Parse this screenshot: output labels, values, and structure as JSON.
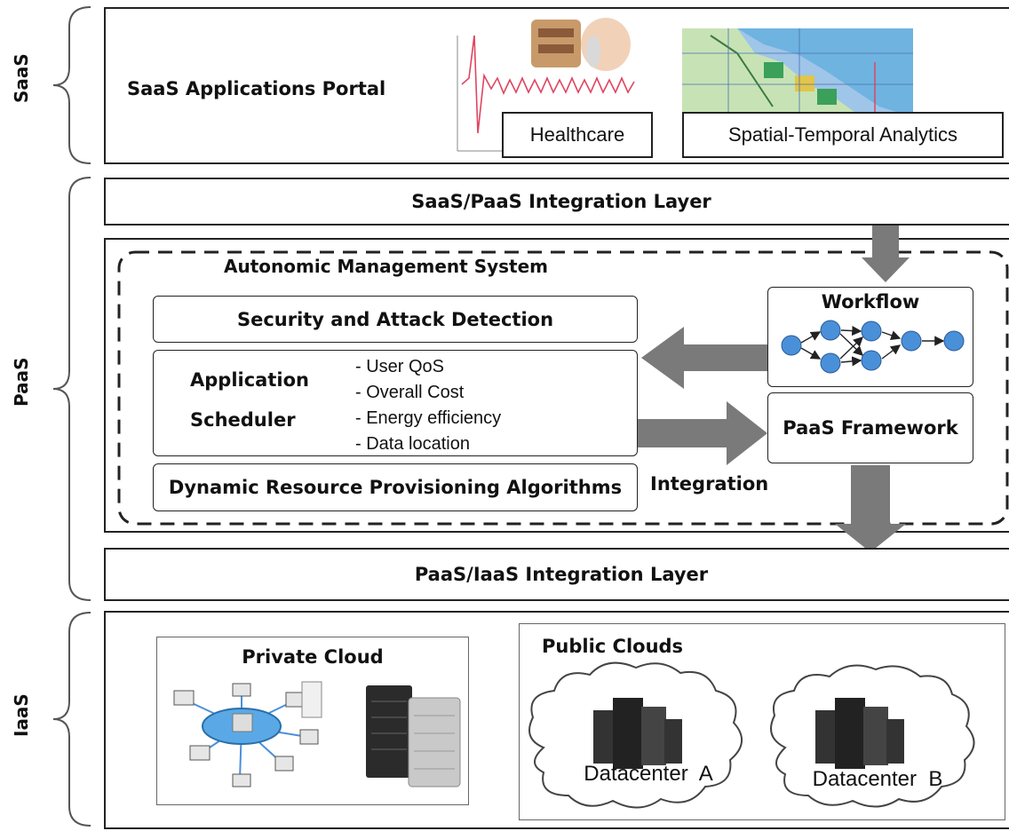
{
  "tiers": {
    "saas": "SaaS",
    "paas": "PaaS",
    "iaas": "IaaS"
  },
  "saas_layer": {
    "portal_title": "SaaS Applications Portal",
    "healthcare_label": "Healthcare",
    "analytics_label": "Spatial-Temporal Analytics"
  },
  "saas_paas_layer": "SaaS/PaaS Integration Layer",
  "ams": {
    "title": "Autonomic Management System",
    "security": "Security and Attack Detection",
    "scheduler_line1": "Application",
    "scheduler_line2": "Scheduler",
    "criteria": [
      "- User QoS",
      "- Overall Cost",
      "- Energy efficiency",
      "- Data location"
    ],
    "provisioning": "Dynamic Resource Provisioning Algorithms",
    "workflow": "Workflow",
    "paas_framework": "PaaS Framework",
    "integration": "Integration"
  },
  "paas_iaas_layer": "PaaS/IaaS Integration Layer",
  "iaas_layer": {
    "private_cloud": "Private Cloud",
    "public_clouds": "Public Clouds",
    "datacenter_a": "Datacenter  A",
    "datacenter_b": "Datacenter  B"
  },
  "colors": {
    "arrow": "#7a7a7a",
    "workflow_node": "#4a90d9",
    "map_land": "#8fcf8f",
    "map_sea": "#9fc5e8"
  }
}
